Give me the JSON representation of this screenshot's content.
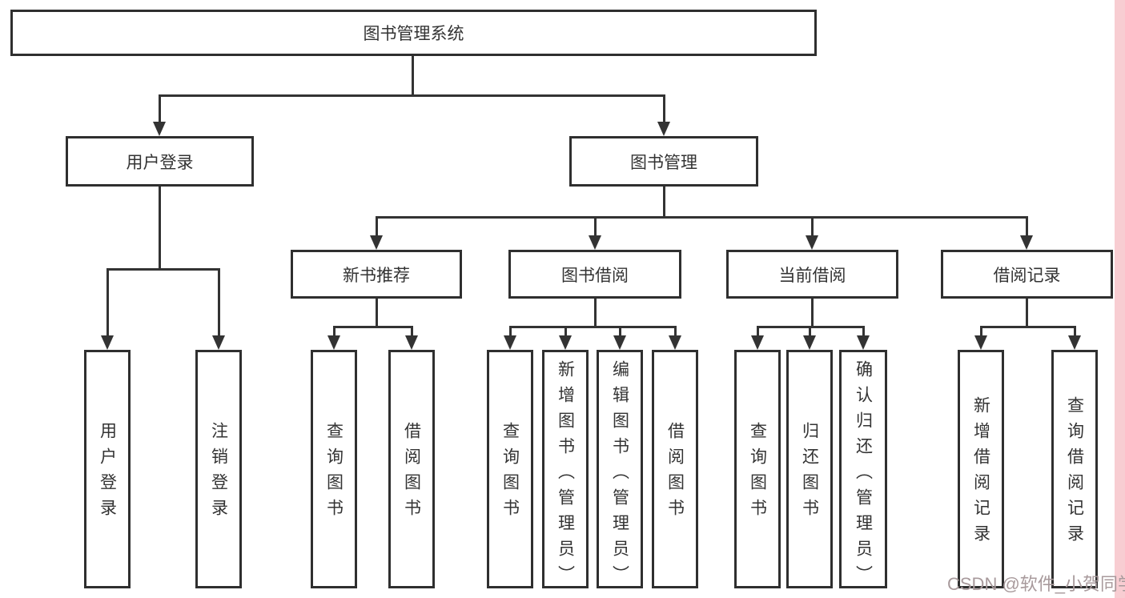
{
  "diagram": {
    "title": "图书管理系统",
    "branches": {
      "user_login": {
        "label": "用户登录",
        "children": [
          {
            "label": "用户登录"
          },
          {
            "label": "注销登录"
          }
        ]
      },
      "book_mgmt": {
        "label": "图书管理",
        "modules": [
          {
            "label": "新书推荐",
            "children": [
              {
                "label": "查询图书"
              },
              {
                "label": "借阅图书"
              }
            ]
          },
          {
            "label": "图书借阅",
            "children": [
              {
                "label": "查询图书"
              },
              {
                "label": "新增图书（管理员）"
              },
              {
                "label": "编辑图书（管理员）"
              },
              {
                "label": "借阅图书"
              }
            ]
          },
          {
            "label": "当前借阅",
            "children": [
              {
                "label": "查询图书"
              },
              {
                "label": "归还图书"
              },
              {
                "label": "确认归还（管理员）"
              }
            ]
          },
          {
            "label": "借阅记录",
            "children": [
              {
                "label": "新增借阅记录"
              },
              {
                "label": "查询借阅记录"
              }
            ]
          }
        ]
      }
    },
    "watermark": "CSDN @软件_小贺同学",
    "colors": {
      "line": "#333333",
      "text": "#333333",
      "box_border": "#2f2f2f",
      "watermark": "#a89a9c",
      "right_edge_strip": "#f8cdd2"
    }
  }
}
